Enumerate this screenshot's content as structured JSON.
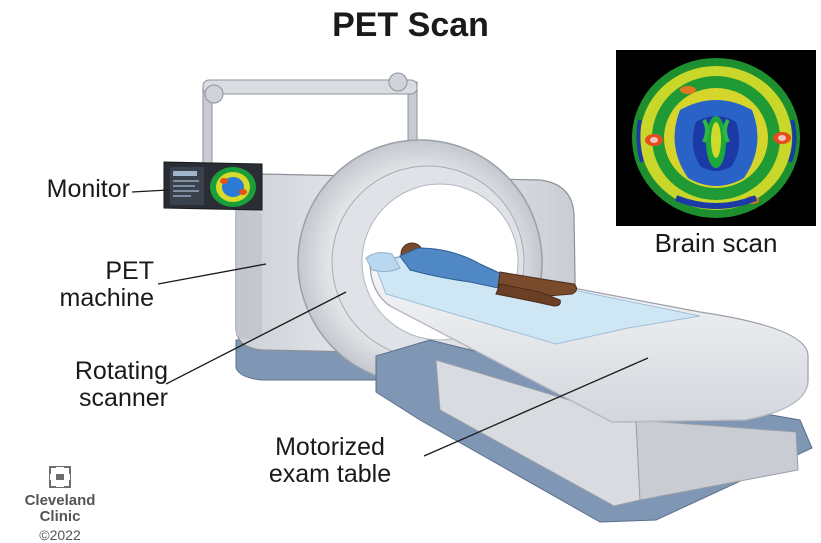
{
  "title": "PET Scan",
  "labels": {
    "monitor": "Monitor",
    "pet_machine_line1": "PET",
    "pet_machine_line2": "machine",
    "rotating_scanner_line1": "Rotating",
    "rotating_scanner_line2": "scanner",
    "exam_table_line1": "Motorized",
    "exam_table_line2": "exam table"
  },
  "brain_scan": {
    "caption": "Brain scan"
  },
  "logo": {
    "line1": "Cleveland",
    "line2": "Clinic",
    "copyright": "©2022"
  },
  "colors": {
    "machine_body": "#e4e6ea",
    "machine_shadow": "#b9bdc4",
    "base_blue": "#7f96b5",
    "sheet_blue": "#cfe6f5",
    "gown_blue": "#4f88c4",
    "skin": "#7a4a2c"
  }
}
